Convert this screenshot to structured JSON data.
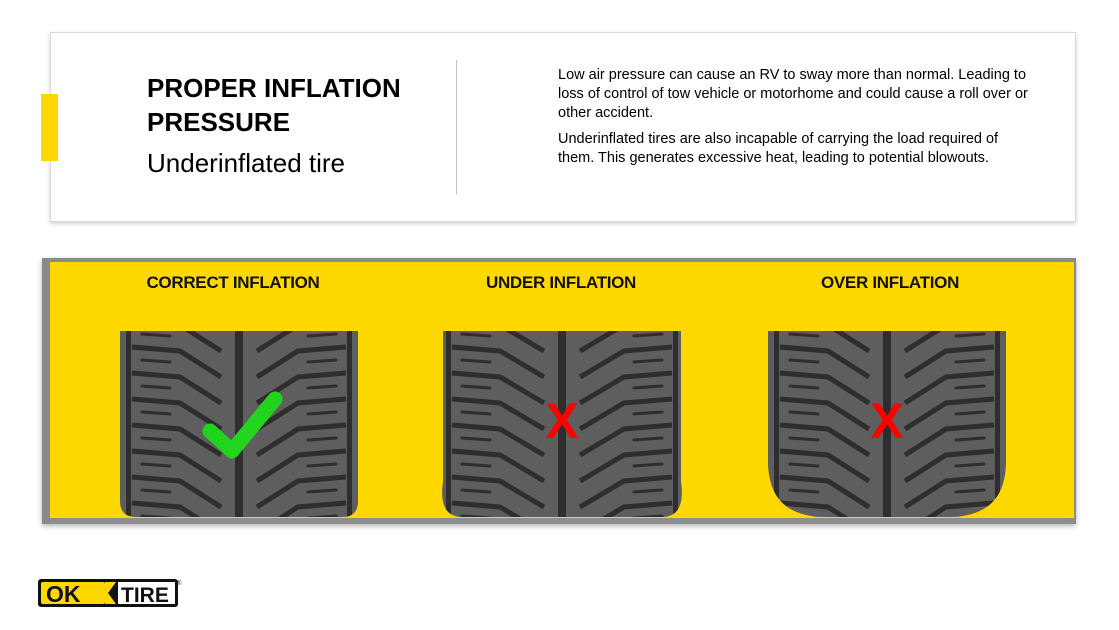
{
  "header": {
    "title": "PROPER INFLATION PRESSURE",
    "subtitle": "Underinflated tire",
    "paragraphs": [
      "Low air pressure can cause an RV to sway more than normal. Leading to loss of control of tow vehicle or motorhome and could cause a roll over or other accident.",
      "Underinflated tires are also incapable of carrying the load required of them. This generates excessive heat, leading to potential blowouts."
    ]
  },
  "diagram": {
    "panels": [
      {
        "label": "CORRECT INFLATION",
        "mark": "check",
        "mark_color": "#22D41E"
      },
      {
        "label": "UNDER INFLATION",
        "mark": "X",
        "mark_color": "#FF0000"
      },
      {
        "label": "OVER INFLATION",
        "mark": "X",
        "mark_color": "#FF0000"
      }
    ]
  },
  "logo": {
    "text_ok": "OK",
    "text_tire": "TIRE",
    "registered": "®"
  },
  "colors": {
    "accent": "#FFD800",
    "tire": "#5E5E5E",
    "groove": "#2E2E2E"
  }
}
